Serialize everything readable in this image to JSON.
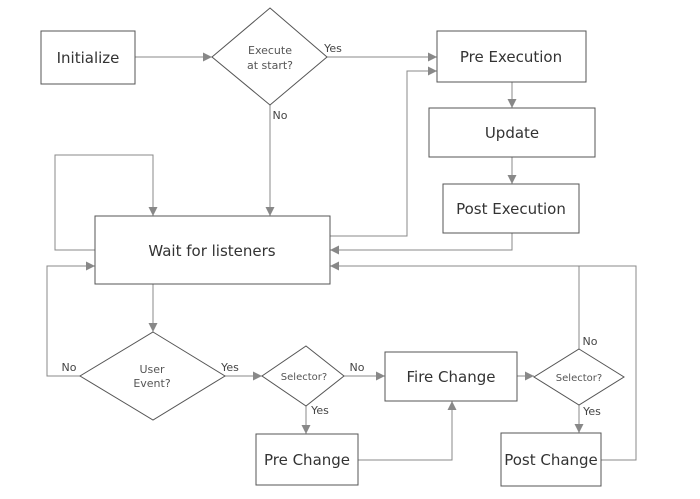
{
  "nodes": {
    "initialize": "Initialize",
    "execute_at_start": [
      "Execute",
      "at start?"
    ],
    "pre_execution": "Pre Execution",
    "update": "Update",
    "post_execution": "Post Execution",
    "wait_for_listeners": "Wait for listeners",
    "user_event": [
      "User",
      "Event?"
    ],
    "selector_left": "Selector?",
    "fire_change": "Fire Change",
    "selector_right": "Selector?",
    "pre_change": "Pre Change",
    "post_change": "Post Change"
  },
  "edge_labels": {
    "exec_yes": "Yes",
    "exec_no": "No",
    "user_event_no": "No",
    "user_event_yes": "Yes",
    "selector_left_no": "No",
    "selector_left_yes": "Yes",
    "selector_right_no": "No",
    "selector_right_yes": "Yes"
  },
  "colors": {
    "stroke": "#555555",
    "connector": "#888888",
    "text": "#333333",
    "background": "#ffffff"
  }
}
